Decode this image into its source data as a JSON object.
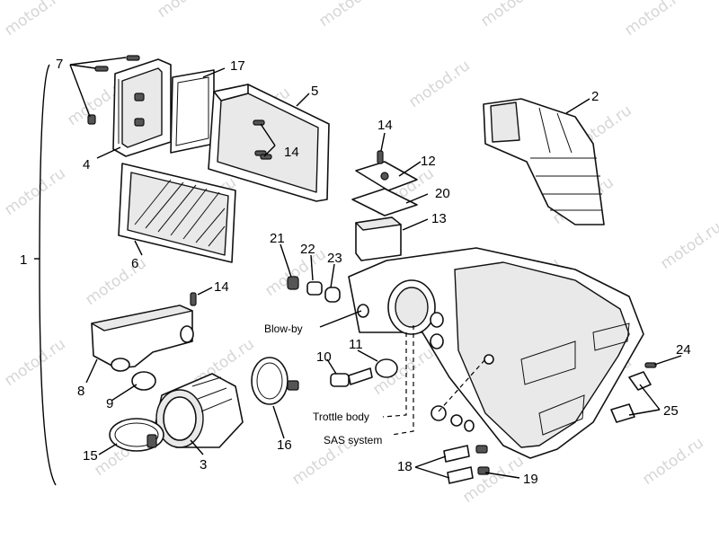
{
  "watermark": "motod.ru",
  "part_numbers": [
    "1",
    "2",
    "3",
    "4",
    "5",
    "6",
    "7",
    "8",
    "9",
    "10",
    "11",
    "12",
    "13",
    "14",
    "14",
    "14",
    "15",
    "16",
    "17",
    "18",
    "19",
    "20",
    "21",
    "22",
    "23",
    "24",
    "25"
  ],
  "labels": {
    "blow_by": "Blow-by",
    "throttle_body": "Trottle body",
    "sas_system": "SAS system"
  }
}
